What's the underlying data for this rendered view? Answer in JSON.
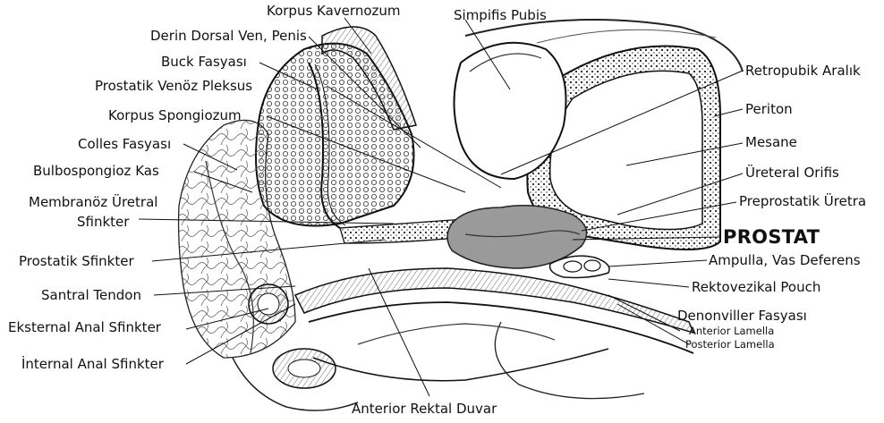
{
  "labels": {
    "korpus_kavernozum": "Korpus Kavernozum",
    "simpifis_pubis": "Simpifis Pubis",
    "derin_dorsal_ven": "Derin Dorsal Ven, Penis",
    "buck_fasyasi": "Buck Fasyası",
    "prostatik_venoz": "Prostatik Venöz Pleksus",
    "korpus_spongiozum": "Korpus Spongiozum",
    "colles_fasyasi": "Colles Fasyası",
    "bulbospongioz_kas": "Bulbospongioz Kas",
    "membranoz_line1": "Membranöz  Üretral",
    "membranoz_line2": "Sfinkter",
    "prostatik_sfinkter": "Prostatik Sfinkter",
    "santral_tendon": "Santral Tendon",
    "eksternal_anal": "Eksternal Anal Sfinkter",
    "internal_anal": "İnternal Anal Sfinkter",
    "anterior_rektal": "Anterior Rektal Duvar",
    "retropubik": "Retropubik Aralık",
    "periton": "Periton",
    "mesane": "Mesane",
    "ureteral_orifis": "Üreteral Orifis",
    "preprostatik": "Preprostatik Üretra",
    "prostat": "PROSTAT",
    "ampulla": "Ampulla, Vas Deferens",
    "rektovezikal": "Rektovezikal Pouch",
    "denonviller": "Denonviller Fasyası",
    "anterior_lamella": "Anterior Lamella",
    "posterior_lamella": "Posterior Lamella"
  },
  "colors": {
    "ink": "#111111",
    "prostate_fill": "#9a9a9a",
    "background": "#ffffff"
  }
}
